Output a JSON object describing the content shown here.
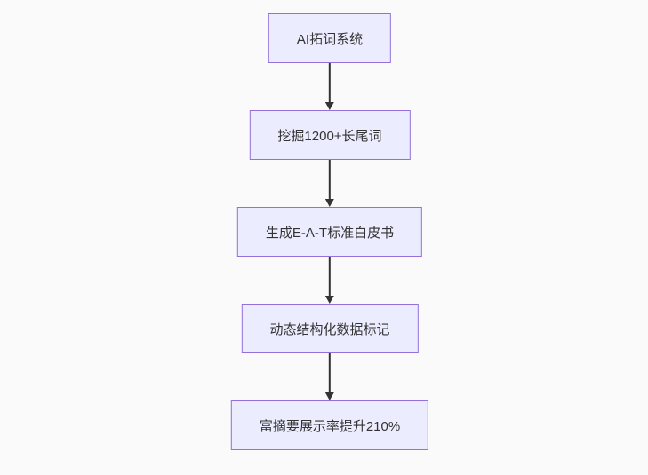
{
  "page": {
    "background_color": "#fafafa"
  },
  "flowchart": {
    "direction": "top-down",
    "node_fill_color": "#ececff",
    "node_border_color": "#9370db",
    "text_color": "#333333",
    "arrow_color": "#333333",
    "nodes": [
      {
        "label": "AI拓词系统"
      },
      {
        "label": "挖掘1200+长尾词"
      },
      {
        "label": "生成E-A-T标准白皮书"
      },
      {
        "label": "动态结构化数据标记"
      },
      {
        "label": "富摘要展示率提升210%"
      }
    ]
  }
}
